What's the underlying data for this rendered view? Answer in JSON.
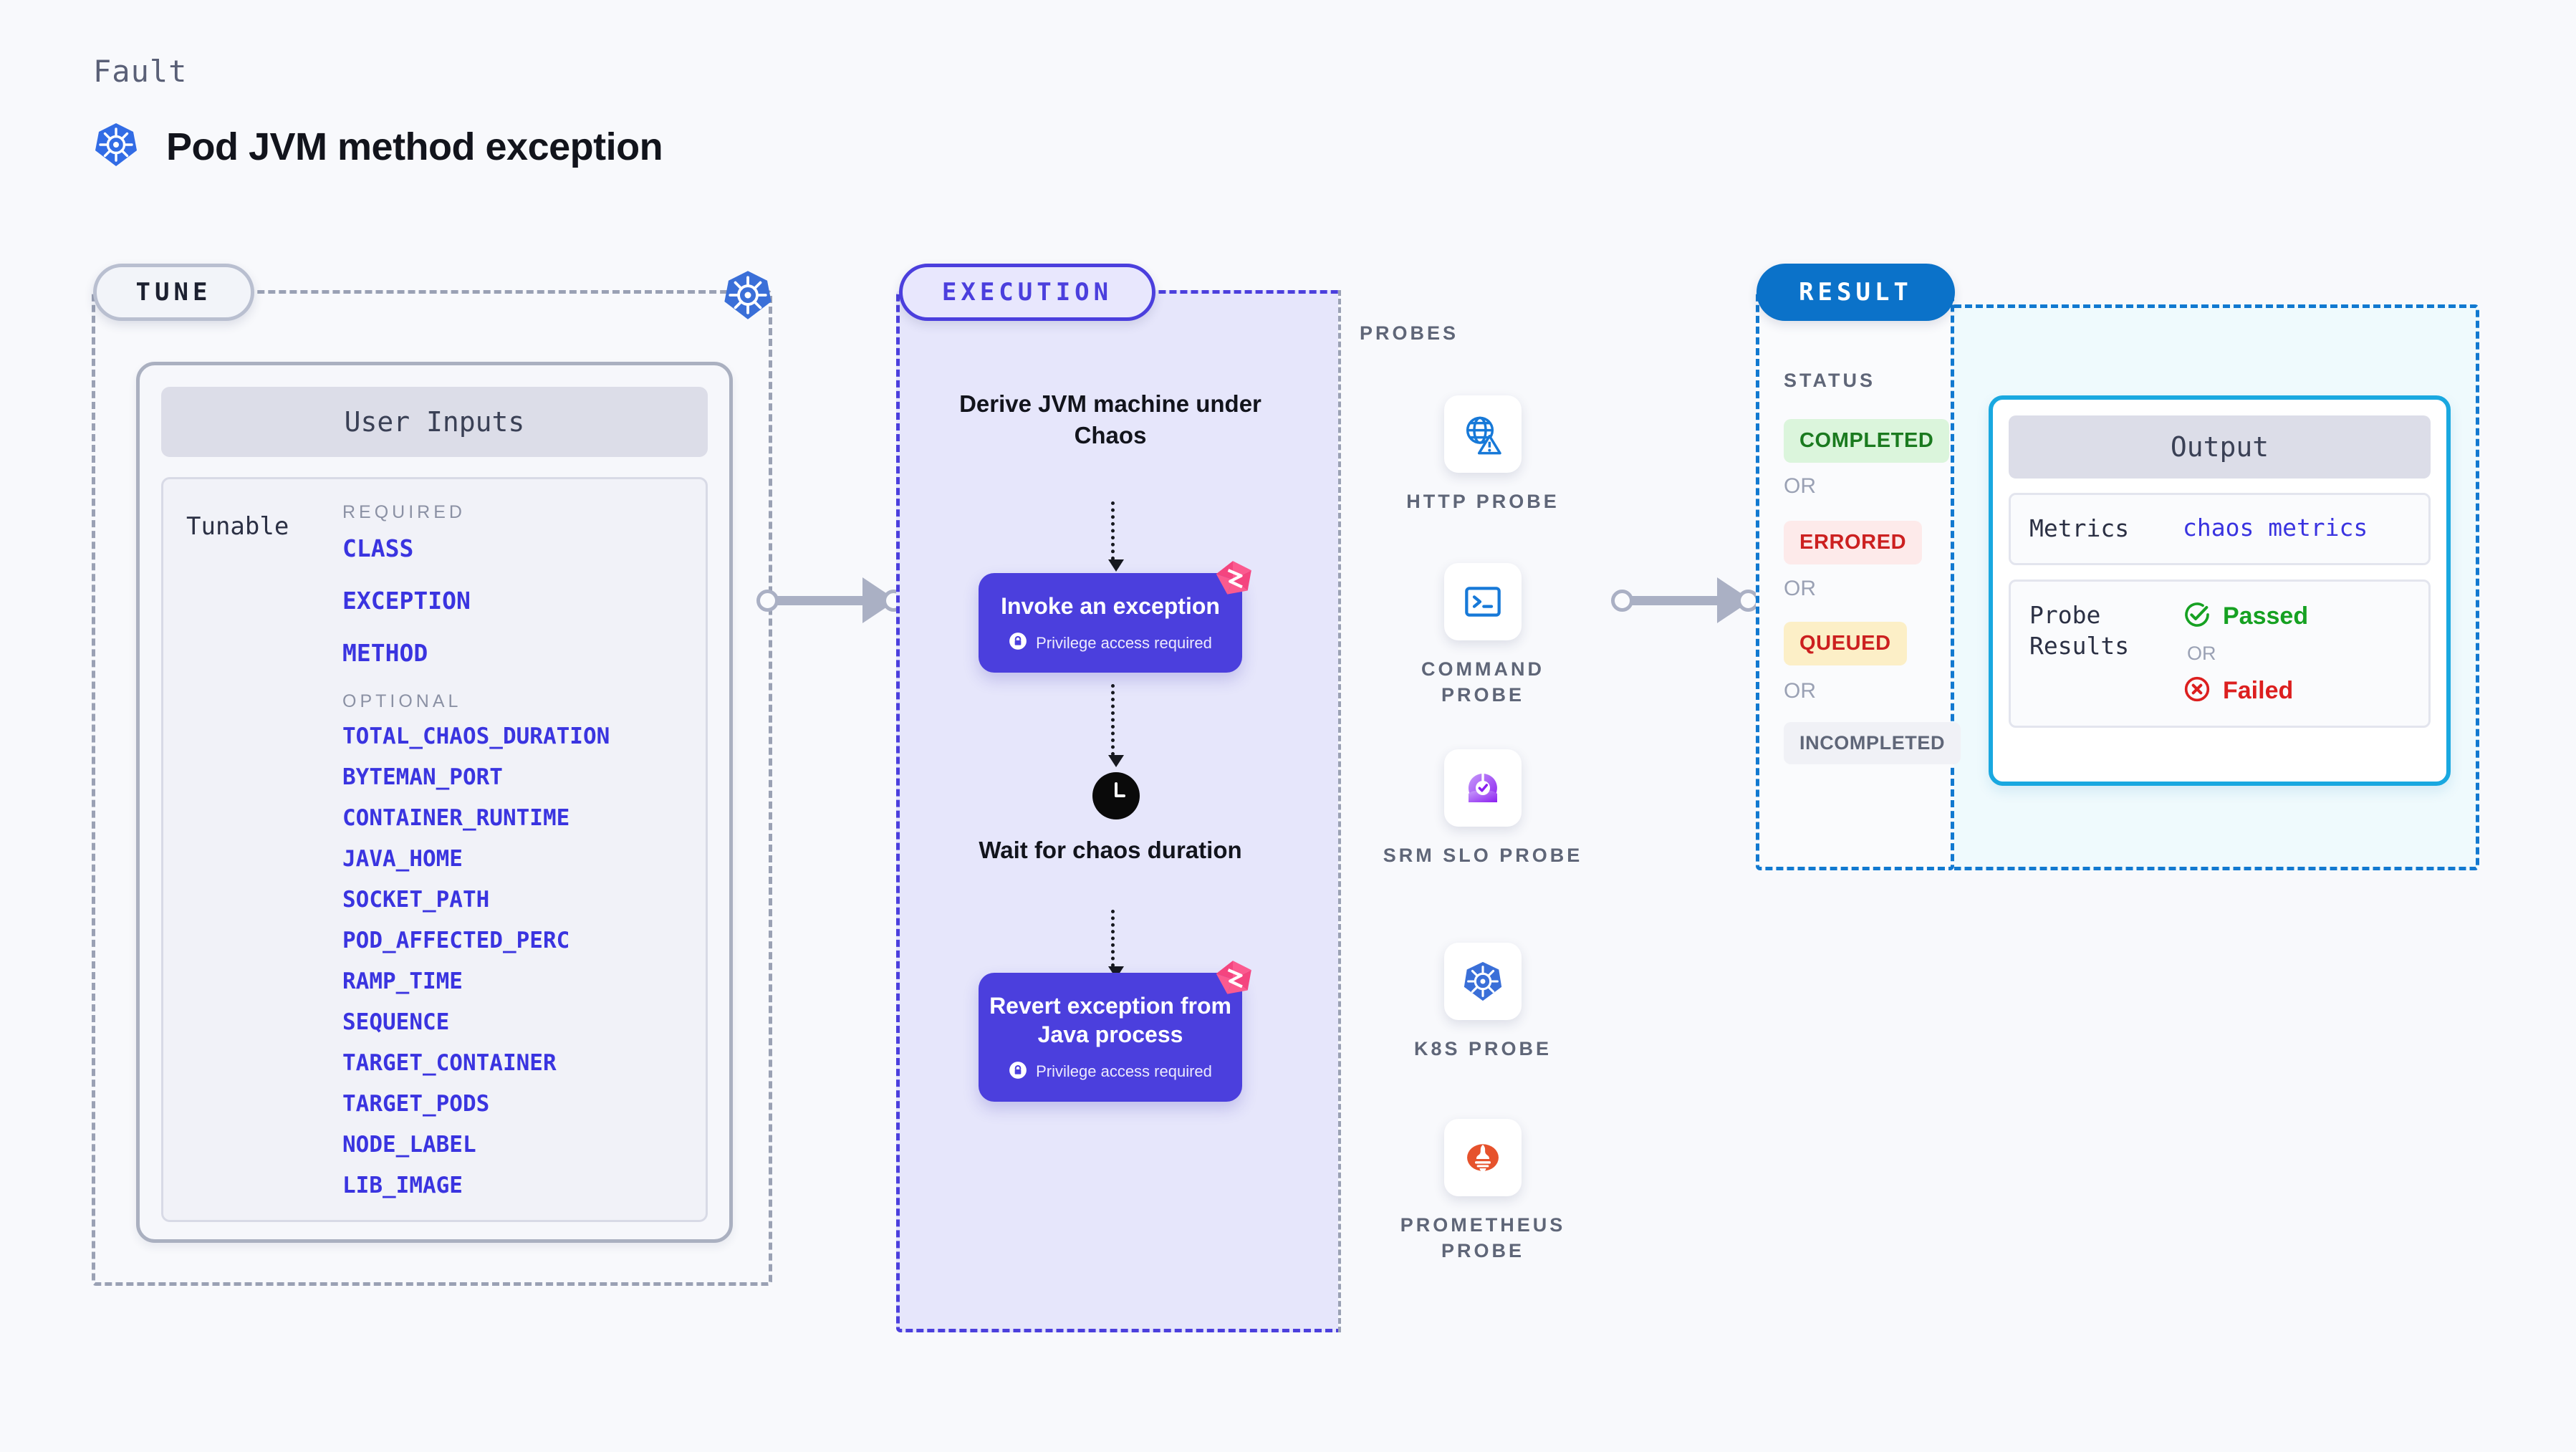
{
  "header": {
    "kicker": "Fault",
    "title": "Pod JVM method exception",
    "icon": "kubernetes-icon"
  },
  "tune": {
    "pill_label": "TUNE",
    "border_icon": "kubernetes-icon",
    "card_title": "User Inputs",
    "row_label": "Tunable",
    "required_heading": "REQUIRED",
    "optional_heading": "OPTIONAL",
    "required": [
      "CLASS",
      "EXCEPTION",
      "METHOD"
    ],
    "optional": [
      "TOTAL_CHAOS_DURATION",
      "BYTEMAN_PORT",
      "CONTAINER_RUNTIME",
      "JAVA_HOME",
      "SOCKET_PATH",
      "POD_AFFECTED_PERC",
      "RAMP_TIME",
      "SEQUENCE",
      "TARGET_CONTAINER",
      "TARGET_PODS",
      "NODE_LABEL",
      "LIB_IMAGE"
    ],
    "param_color": "#3a34e0"
  },
  "execution": {
    "pill_label": "EXECUTION",
    "step1_text": "Derive JVM machine under Chaos",
    "node1": {
      "title": "Invoke an exception",
      "privilege_note": "Privilege access required",
      "badge_icon": "litmus-logo-icon"
    },
    "wait": {
      "icon": "clock-icon",
      "text": "Wait for chaos duration"
    },
    "node2": {
      "title": "Revert exception from Java process",
      "privilege_note": "Privilege access required",
      "badge_icon": "litmus-logo-icon"
    },
    "node_color": "#4b3fdd",
    "panel_fill": "#e6e6fb"
  },
  "probes": {
    "title": "PROBES",
    "items": [
      {
        "name": "HTTP PROBE",
        "icon": "globe-warning-icon",
        "color": "#1779d8"
      },
      {
        "name": "COMMAND PROBE",
        "icon": "terminal-icon",
        "color": "#1779d8"
      },
      {
        "name": "SRM SLO PROBE",
        "icon": "srm-slo-gauge-icon",
        "color": "#9333ea"
      },
      {
        "name": "K8S PROBE",
        "icon": "kubernetes-icon",
        "color": "#3a6fd8"
      },
      {
        "name": "PROMETHEUS PROBE",
        "icon": "prometheus-torch-icon",
        "color": "#e6522c"
      }
    ]
  },
  "result": {
    "pill_label": "RESULT",
    "status_title": "STATUS",
    "or_label": "OR",
    "statuses": [
      {
        "label": "COMPLETED",
        "bg": "#dbf5dc",
        "fg": "#1a7a1f"
      },
      {
        "label": "ERRORED",
        "bg": "#fdeaea",
        "fg": "#cc2020"
      },
      {
        "label": "QUEUED",
        "bg": "#fcefc7",
        "fg": "#cc2020"
      },
      {
        "label": "INCOMPLETED",
        "bg": "#f0f1f6",
        "fg": "#5f6678"
      }
    ],
    "output": {
      "title": "Output",
      "metrics_key": "Metrics",
      "metrics_value": "chaos metrics",
      "probe_results_key": "Probe Results",
      "passed_label": "Passed",
      "failed_label": "Failed",
      "or_label": "OR",
      "passed_icon": "check-circle-icon",
      "failed_icon": "x-circle-icon",
      "passed_color": "#16a122",
      "failed_color": "#dc1f1f",
      "accent": "#19a8e0"
    }
  }
}
